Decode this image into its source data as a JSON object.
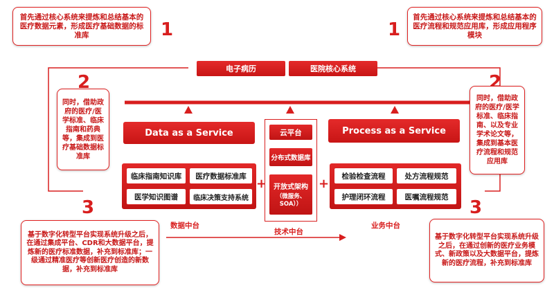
{
  "callouts": {
    "top_left": "首先通过核心系统来提炼和总结基本的医疗数据元素，形成医疗基础数据的标准库",
    "top_right": "首先通过核心系统来提炼和总结基本的医疗流程和规范应用库，形成应用程序模块",
    "mid_left": "同时，借助政府的医疗/医学标准、临床指南和药典等，集成到医疗基础数据标准库",
    "mid_right": "同时，借助政府的医疗/医学标准、临床指南、以及专业学术论文等，集成到基本医疗流程和规范应用库",
    "bottom_left": "基于数字化转型平台实现系统升级之后，在通过集成平台、CDR和大数据平台，提炼新的医疗标准数据，补充到标准库；一级通过精准医疗等创新医疗创造的新数据，补充到标准库",
    "bottom_right": "基于数字化转型平台实现系统升级之后，在通过创新的医疗业务模式、新政策以及大数据平台，提炼新的医疗流程，补充到标准库"
  },
  "numbers": {
    "tl": "1",
    "tr": "1",
    "ml": "2",
    "mr": "2",
    "bl": "3",
    "br": "3"
  },
  "core_systems": [
    "电子病历",
    "医院核心系统"
  ],
  "left_panel": {
    "title": "Data as a Service",
    "items": [
      "临床指南知识库",
      "医疗数据标准库",
      "医学知识图谱",
      "临床决策支持系统"
    ],
    "label": "数据中台"
  },
  "right_panel": {
    "title": "Process as a Service",
    "items": [
      "检验检查流程",
      "处方流程规范",
      "护理闭环流程",
      "医嘱流程规范"
    ],
    "label": "业务中台"
  },
  "tech_panel": {
    "items": [
      "云平台",
      "分布式数据库"
    ],
    "open_arch": "开放式架构",
    "open_arch_sub": "（微服务、SOA））",
    "label": "技术中台"
  },
  "plus": "+"
}
